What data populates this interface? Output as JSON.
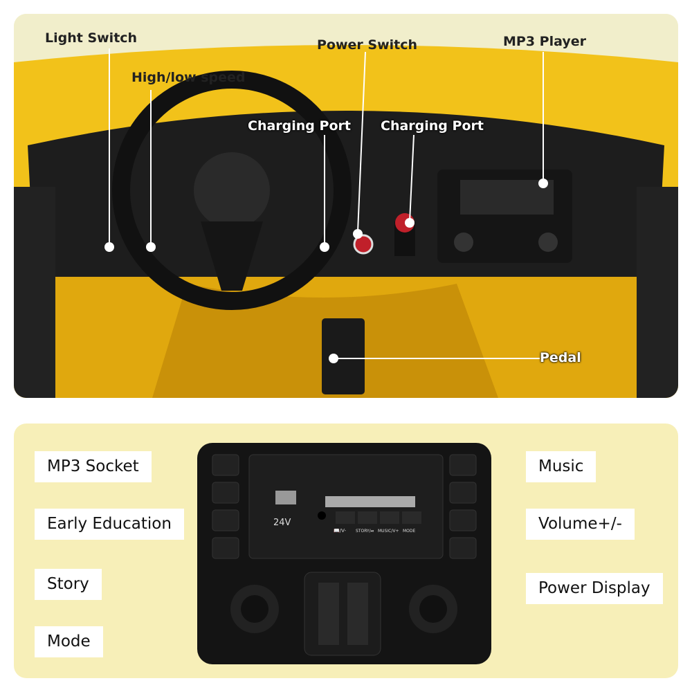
{
  "top_callouts": {
    "light_switch": "Light Switch",
    "high_low_speed": "High/low speed",
    "power_switch": "Power Switch",
    "mp3_player": "MP3 Player",
    "charging_port_left": "Charging Port",
    "charging_port_right": "Charging Port",
    "pedal": "Pedal"
  },
  "bottom_labels": {
    "left": [
      "MP3 Socket",
      "Early Education",
      "Story",
      "Mode"
    ],
    "right": [
      "Music",
      "Volume+/-",
      "Power Display"
    ]
  },
  "panel_markings": {
    "voltage": "24V",
    "buttons": [
      "📖/V-",
      "STORY/⏯",
      "MUSIC/V+",
      "MODE"
    ]
  },
  "colors": {
    "car_body": "#f2c21a",
    "dashboard": "#1c1c1c",
    "bottom_bg": "#f7efb8"
  }
}
